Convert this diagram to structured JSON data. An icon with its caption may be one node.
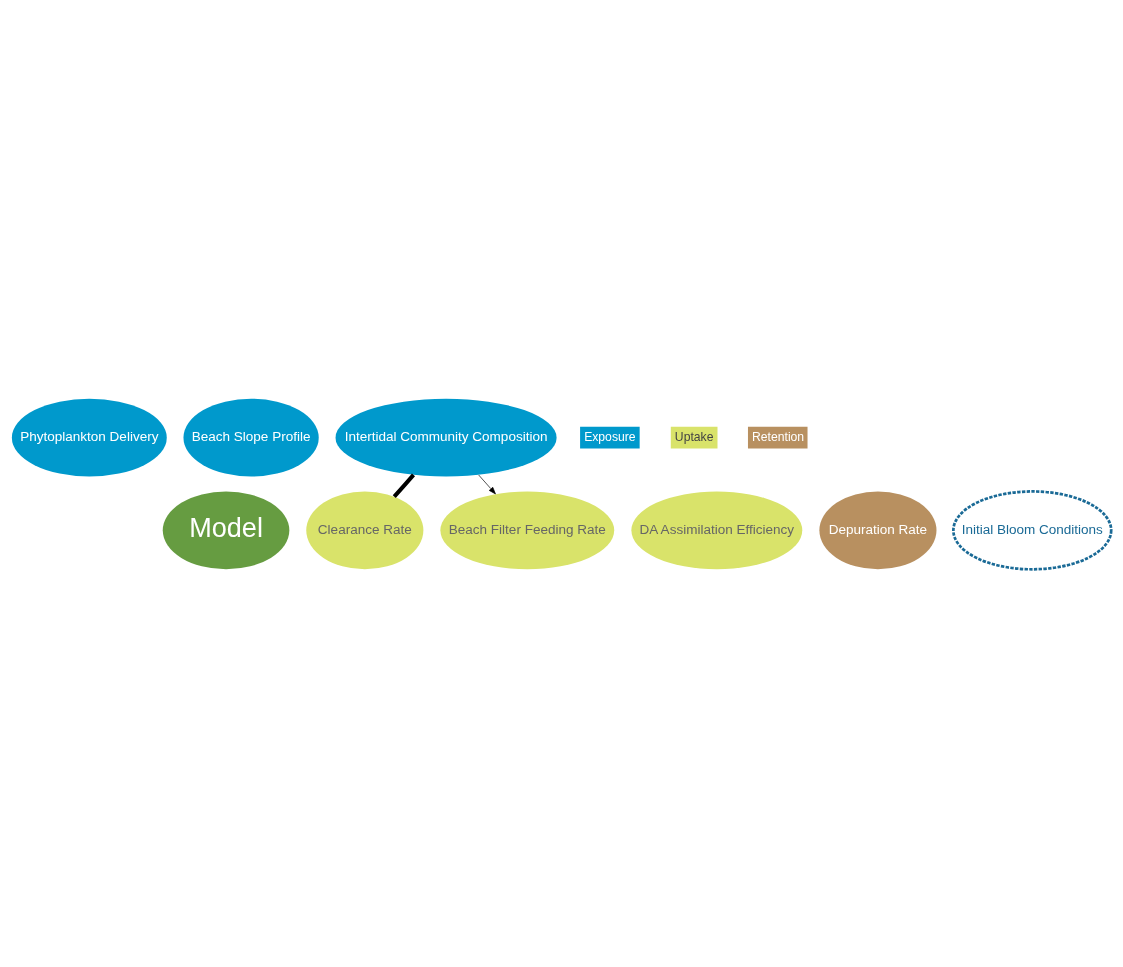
{
  "diagram": {
    "nodes": [
      {
        "text": [
          "Model"
        ]
      },
      {
        "text": [
          "Phytoplankton Delivery"
        ]
      },
      {
        "text": [
          "Beach Slope Profile"
        ]
      },
      {
        "text": [
          "Intertidal Community Composition"
        ]
      },
      {
        "text": [
          "Clearance Rate"
        ]
      },
      {
        "text": [
          "Beach Filter Feeding Rate"
        ]
      },
      {
        "text": [
          "DA Assimilation Efficiency"
        ]
      },
      {
        "text": [
          "Depuration Rate"
        ]
      },
      {
        "text": [
          "Initial Bloom Conditions"
        ]
      }
    ],
    "edges": [
      {
        "from": 3,
        "to": 4,
        "arrow": "none",
        "style": "thick"
      },
      {
        "from": 3,
        "to": 5,
        "arrow": "to"
      }
    ],
    "legend": [
      {
        "text": "Exposure",
        "color": "#0099cc"
      },
      {
        "text": "Uptake",
        "color": "#d9e36a"
      },
      {
        "text": "Retention",
        "color": "#b89060"
      }
    ]
  }
}
